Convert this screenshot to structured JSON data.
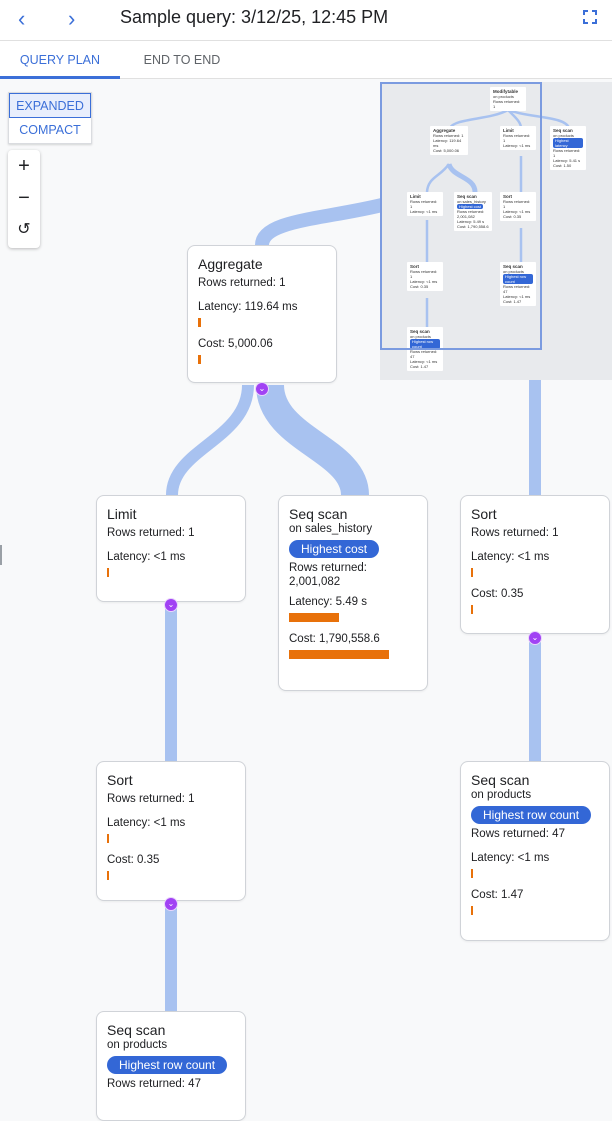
{
  "header": {
    "title": "Sample query: 3/12/25, 12:45 PM",
    "back_icon": "chevron-left-icon",
    "forward_icon": "chevron-right-icon",
    "fullscreen_icon": "fullscreen-icon"
  },
  "tabs": [
    {
      "label": "QUERY PLAN",
      "active": true
    },
    {
      "label": "END TO END",
      "active": false
    }
  ],
  "view_toggle": {
    "expanded": "EXPANDED",
    "compact": "COMPACT",
    "selected": "EXPANDED"
  },
  "zoom_controls": {
    "zoom_in": "+",
    "zoom_out": "−",
    "reset": "↺"
  },
  "colors": {
    "accent": "#3b6fd8",
    "bar": "#e8710a",
    "edge": "#a8c2f0",
    "badge": "#3367d6",
    "chevron": "#a142f4"
  },
  "nodes": {
    "aggregate": {
      "title": "Aggregate",
      "rows": "Rows returned: 1",
      "latency": "Latency: 119.64 ms",
      "cost": "Cost: 5,000.06"
    },
    "limit": {
      "title": "Limit",
      "rows": "Rows returned: 1",
      "latency": "Latency: <1 ms"
    },
    "seqscan_sales": {
      "title": "Seq scan",
      "on": "on sales_history",
      "badge": "Highest cost",
      "rows": "Rows returned:",
      "rows_value": "2,001,082",
      "latency": "Latency: 5.49 s",
      "cost": "Cost: 1,790,558.6"
    },
    "sort_right": {
      "title": "Sort",
      "rows": "Rows returned: 1",
      "latency": "Latency: <1 ms",
      "cost": "Cost: 0.35"
    },
    "sort_left": {
      "title": "Sort",
      "rows": "Rows returned: 1",
      "latency": "Latency: <1 ms",
      "cost": "Cost: 0.35"
    },
    "seqscan_products_right": {
      "title": "Seq scan",
      "on": "on products",
      "badge": "Highest row count",
      "rows": "Rows returned: 47",
      "latency": "Latency: <1 ms",
      "cost": "Cost: 1.47"
    },
    "seqscan_products_bottom": {
      "title": "Seq scan",
      "on": "on products",
      "badge": "Highest row count",
      "rows": "Rows returned: 47"
    }
  },
  "minimap": {
    "nodes": [
      {
        "title": "Modifytable",
        "lines": [
          "on products",
          "Rows returned: 1"
        ]
      },
      {
        "title": "Aggregate",
        "lines": [
          "Rows returned: 1",
          "Latency: 119.64 ms",
          "Cost: 5,000.06"
        ]
      },
      {
        "title": "Limit",
        "lines": [
          "Rows returned: 1",
          "Latency: <1 ms"
        ]
      },
      {
        "title": "Seq scan",
        "lines": [
          "on products",
          "Highest latency",
          "Rows returned: 1",
          "Latency: 5.41 s",
          "Cost: 1.50"
        ]
      },
      {
        "title": "Limit",
        "lines": [
          "Rows returned: 1",
          "Latency: <1 ms"
        ]
      },
      {
        "title": "Seq scan",
        "lines": [
          "on sales_history",
          "Highest cost",
          "Rows returned: 2,001,082",
          "Latency: 5.49 s",
          "Cost: 1,790,558.6"
        ]
      },
      {
        "title": "Sort",
        "lines": [
          "Rows returned: 1",
          "Latency: <1 ms",
          "Cost: 0.35"
        ]
      },
      {
        "title": "Sort",
        "lines": [
          "Rows returned: 1",
          "Latency: <1 ms",
          "Cost: 0.35"
        ]
      },
      {
        "title": "Seq scan",
        "lines": [
          "on products",
          "Highest row count",
          "Rows returned: 47",
          "Latency: <1 ms",
          "Cost: 1.47"
        ]
      },
      {
        "title": "Seq scan",
        "lines": [
          "on products",
          "Highest row count",
          "Rows returned: 47",
          "Latency: <1 ms",
          "Cost: 1.47"
        ]
      }
    ]
  }
}
